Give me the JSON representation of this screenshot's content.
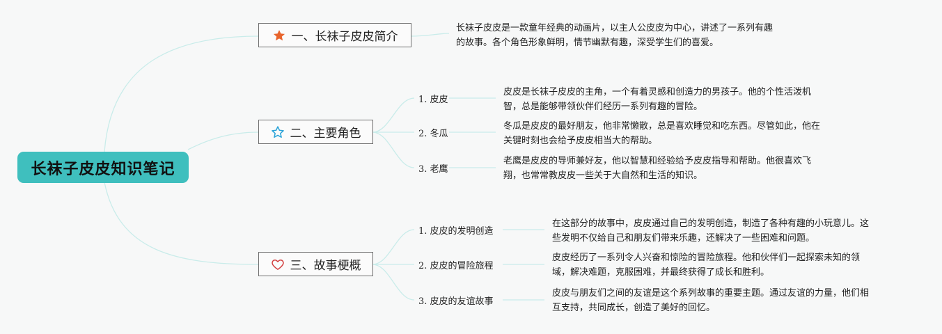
{
  "root": {
    "title": "长袜子皮皮知识笔记"
  },
  "branches": [
    {
      "icon": "star-filled-icon",
      "label": "一、长袜子皮皮简介",
      "note": [
        "长袜子皮皮是一款童年经典的动画片，以主人公皮皮为中心，讲述了一系列有趣",
        "的故事。各个角色形象鲜明，情节幽默有趣，深受学生们的喜爱。"
      ]
    },
    {
      "icon": "star-outline-icon",
      "label": "二、主要角色",
      "children": [
        {
          "label": "1. 皮皮",
          "note": [
            "皮皮是长袜子皮皮的主角，一个有着灵感和创造力的男孩子。他的个性活泼机",
            "智，总是能够带领伙伴们经历一系列有趣的冒险。"
          ]
        },
        {
          "label": "2. 冬瓜",
          "note": [
            "冬瓜是皮皮的最好朋友，他非常懒散，总是喜欢睡觉和吃东西。尽管如此，他在",
            "关键时刻也会给予皮皮相当大的帮助。"
          ]
        },
        {
          "label": "3. 老鹰",
          "note": [
            "老鹰是皮皮的导师兼好友，他以智慧和经验给予皮皮指导和帮助。他很喜欢飞",
            "翔，也常常教皮皮一些关于大自然和生活的知识。"
          ]
        }
      ]
    },
    {
      "icon": "heart-outline-icon",
      "label": "三、故事梗概",
      "children": [
        {
          "label": "1. 皮皮的发明创造",
          "note": [
            "在这部分的故事中，皮皮通过自己的发明创造，制造了各种有趣的小玩意儿。这",
            "些发明不仅给自己和朋友们带来乐趣，还解决了一些困难和问题。"
          ]
        },
        {
          "label": "2. 皮皮的冒险旅程",
          "note": [
            "皮皮经历了一系列令人兴奋和惊险的冒险旅程。他和伙伴们一起探索未知的领",
            "域，解决难题，克服困难，并最终获得了成长和胜利。"
          ]
        },
        {
          "label": "3. 皮皮的友谊故事",
          "note": [
            "皮皮与朋友们之间的友谊是这个系列故事的重要主题。通过友谊的力量，他们相",
            "互支持，共同成长，创造了美好的回忆。"
          ]
        }
      ]
    }
  ],
  "colors": {
    "root": "#3fbfbe",
    "line": "#c9ecea",
    "star": "#e8642c",
    "star_outline": "#2aa3d8",
    "heart": "#d23d3d"
  }
}
